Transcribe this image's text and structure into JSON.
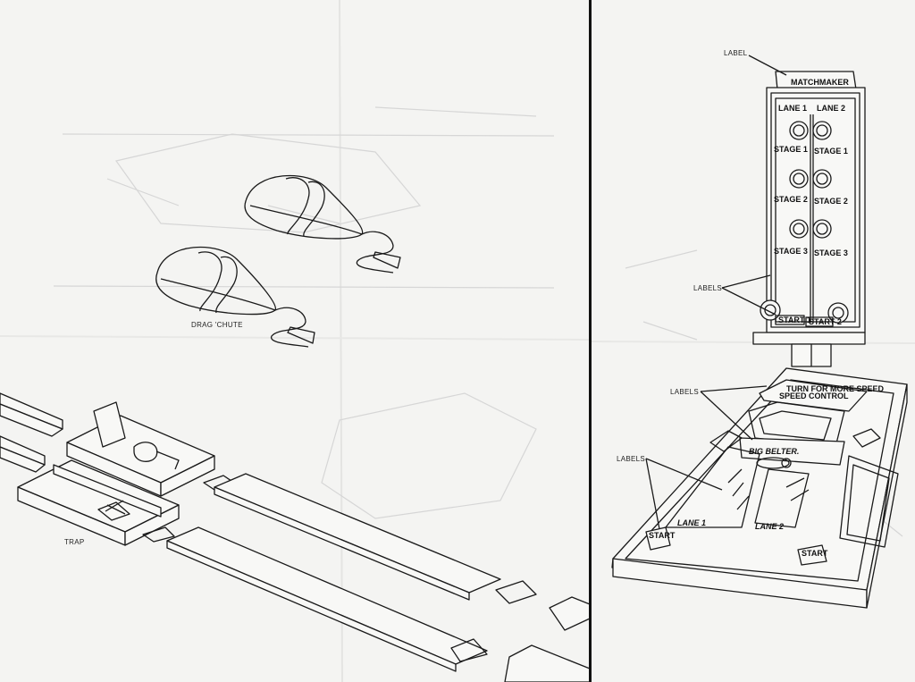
{
  "labels": {
    "drag_chute": "DRAG 'CHUTE",
    "trap": "TRAP",
    "label": "LABEL",
    "labels_1": "LABELS",
    "labels_2": "LABELS",
    "labels_3": "LABELS"
  },
  "matchmaker": {
    "brand": "MATCHMAKER",
    "lane1": "LANE 1",
    "lane2": "LANE 2",
    "stage1_left": "STAGE 1",
    "stage1_right": "STAGE 1",
    "stage2_left": "STAGE 2",
    "stage2_right": "STAGE 2",
    "stage3_left": "STAGE 3",
    "stage3_right": "STAGE 3",
    "start_left": "START 1",
    "start_right": "START 2"
  },
  "belter": {
    "speed_control": "SPEED CONTROL",
    "speed_hint": "TURN FOR MORE SPEED",
    "logo": "BIG BELTER.",
    "lane1": "LANE 1",
    "lane2": "LANE 2",
    "start_left": "START",
    "start_right": "START"
  },
  "colors": {
    "paper": "#f4f4f2",
    "ink": "#1a1a1a",
    "divider": "#111111"
  }
}
